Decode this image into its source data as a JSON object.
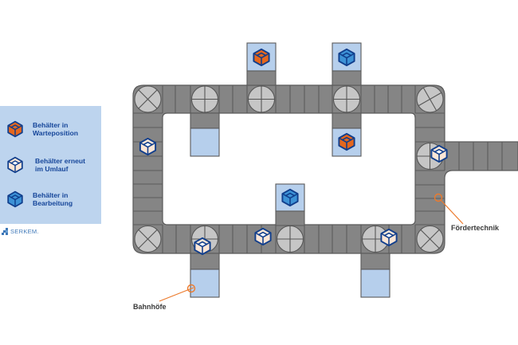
{
  "legend": {
    "items": [
      {
        "label": "Behälter in\nWarteposition",
        "state": "waiting",
        "icon": "container-orange-icon"
      },
      {
        "label": "Behälter erneut\nim Umlauf",
        "state": "recirculating",
        "icon": "container-cream-icon"
      },
      {
        "label": "Behälter in\nBearbeitung",
        "state": "processing",
        "icon": "container-blue-icon"
      }
    ]
  },
  "logo": {
    "text": "SERKEM."
  },
  "annotations": {
    "stations_label": "Bahnhöfe",
    "conveyor_label": "Fördertechnik"
  },
  "colors": {
    "track": "#858585",
    "track_stroke": "#5a5a5a",
    "roller": "#c6c6c6",
    "station": "#b6cfec",
    "legend_bg": "#bdd4ee",
    "container_outline": "#103e8c",
    "container_waiting": "#e5671e",
    "container_recirculating": "#fde6d6",
    "container_processing": "#3d92d6",
    "annotation_line": "#ec7a2c"
  }
}
